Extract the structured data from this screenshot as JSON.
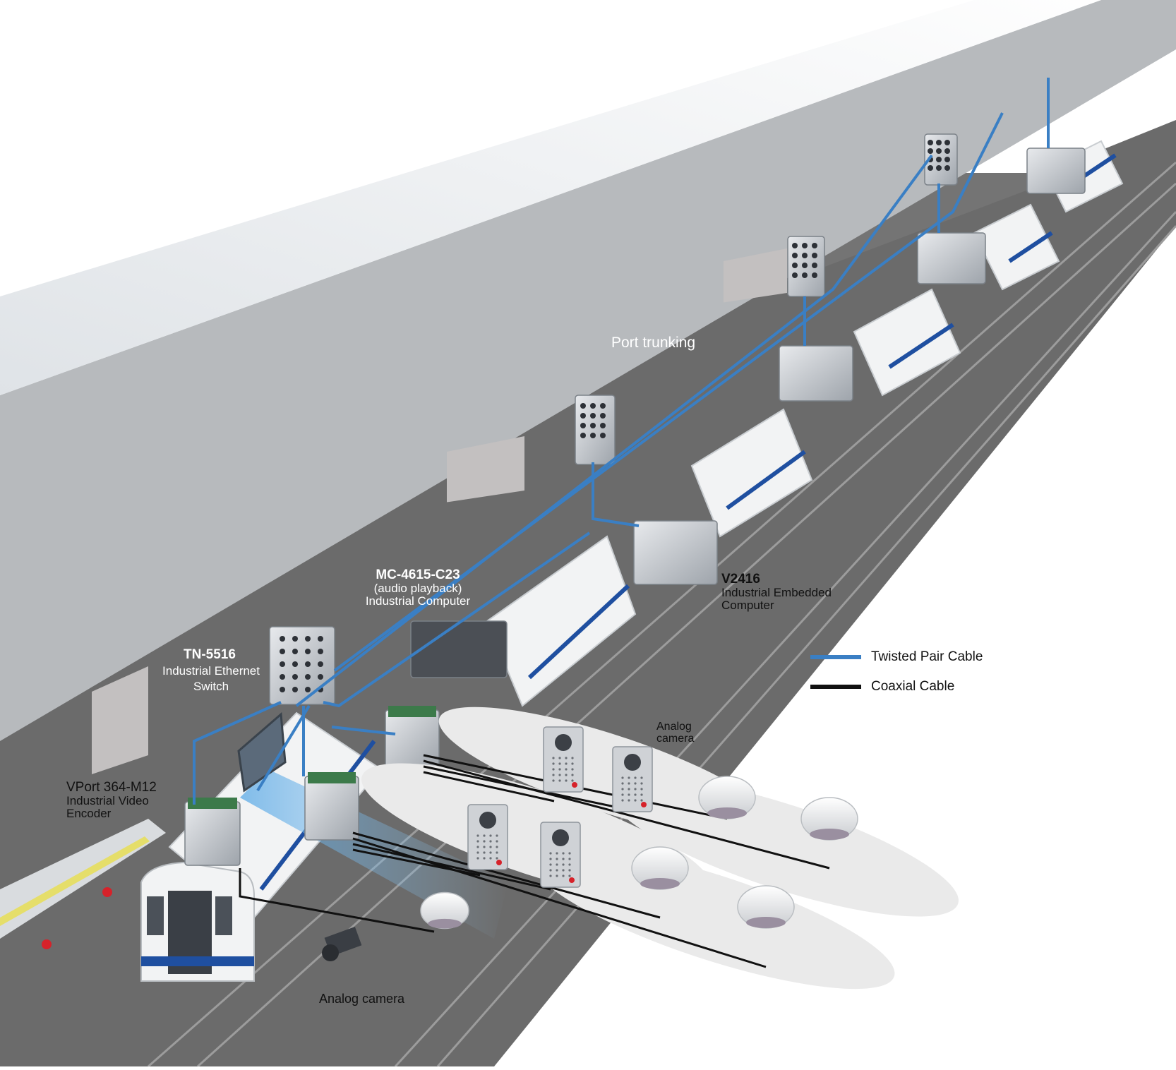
{
  "colors": {
    "twisted_pair": "#3a7fc4",
    "coaxial": "#111111",
    "platform_top": "#ecf0f3",
    "platform_side": "#b9bcbf",
    "track_bed": "#6c6c6c",
    "train_body": "#f2f3f4",
    "train_stripe": "#1f4fa0"
  },
  "labels": {
    "vport": {
      "model": "VPort 364-M12",
      "desc1": "Industrial Video",
      "desc2": "Encoder"
    },
    "tn5516": {
      "model": "TN-5516",
      "desc1": "Industrial Ethernet",
      "desc2": "Switch"
    },
    "mc4615": {
      "model": "MC-4615-C23",
      "desc1": "(audio playback)",
      "desc2": "Industrial Computer"
    },
    "v2416": {
      "model": "V2416",
      "desc1": "Industrial Embedded",
      "desc2": "Computer"
    },
    "port_trunking": "Port trunking",
    "analog_camera_bottom": "Analog camera",
    "analog_camera_mid_1": "Analog",
    "analog_camera_mid_2": "camera"
  },
  "legend": [
    {
      "label": "Twisted Pair Cable",
      "icon": "blue-line"
    },
    {
      "label": "Coaxial Cable",
      "icon": "black-line"
    }
  ]
}
